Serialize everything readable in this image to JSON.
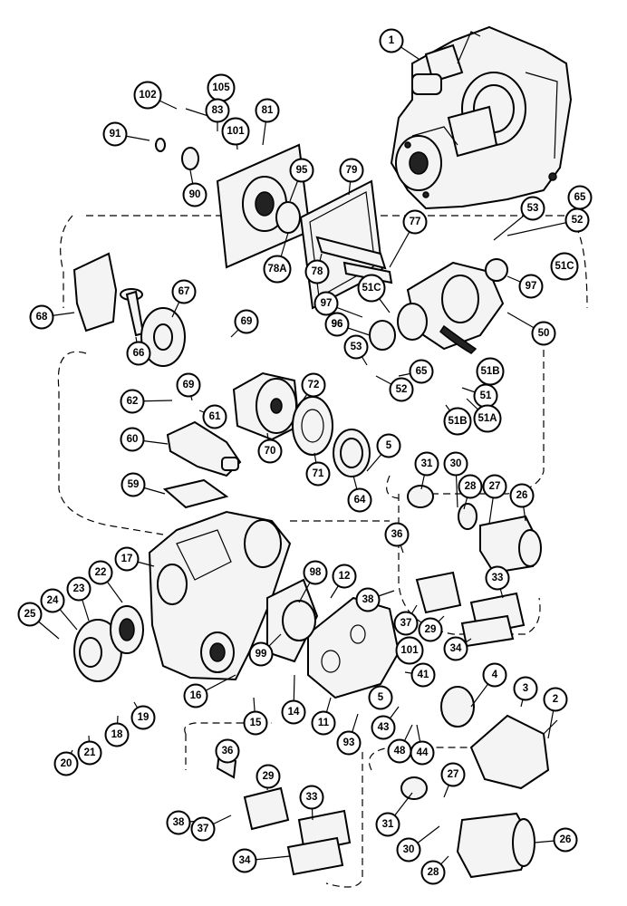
{
  "diagram": {
    "callouts": [
      {
        "label": "1"
      },
      {
        "label": "102"
      },
      {
        "label": "105"
      },
      {
        "label": "83"
      },
      {
        "label": "81"
      },
      {
        "label": "101"
      },
      {
        "label": "91"
      },
      {
        "label": "90"
      },
      {
        "label": "95"
      },
      {
        "label": "79"
      },
      {
        "label": "53"
      },
      {
        "label": "65"
      },
      {
        "label": "52"
      },
      {
        "label": "77"
      },
      {
        "label": "78A"
      },
      {
        "label": "78"
      },
      {
        "label": "51C"
      },
      {
        "label": "97"
      },
      {
        "label": "96"
      },
      {
        "label": "50"
      },
      {
        "label": "68"
      },
      {
        "label": "67"
      },
      {
        "label": "66"
      },
      {
        "label": "69"
      },
      {
        "label": "53"
      },
      {
        "label": "52"
      },
      {
        "label": "65"
      },
      {
        "label": "51B"
      },
      {
        "label": "51"
      },
      {
        "label": "51A"
      },
      {
        "label": "51B"
      },
      {
        "label": "62"
      },
      {
        "label": "69"
      },
      {
        "label": "61"
      },
      {
        "label": "72"
      },
      {
        "label": "60"
      },
      {
        "label": "70"
      },
      {
        "label": "71"
      },
      {
        "label": "5"
      },
      {
        "label": "64"
      },
      {
        "label": "31"
      },
      {
        "label": "30"
      },
      {
        "label": "28"
      },
      {
        "label": "27"
      },
      {
        "label": "26"
      },
      {
        "label": "59"
      },
      {
        "label": "36"
      },
      {
        "label": "17"
      },
      {
        "label": "22"
      },
      {
        "label": "98"
      },
      {
        "label": "12"
      },
      {
        "label": "33"
      },
      {
        "label": "38"
      },
      {
        "label": "23"
      },
      {
        "label": "24"
      },
      {
        "label": "25"
      },
      {
        "label": "37"
      },
      {
        "label": "29"
      },
      {
        "label": "34"
      },
      {
        "label": "101"
      },
      {
        "label": "99"
      },
      {
        "label": "41"
      },
      {
        "label": "4"
      },
      {
        "label": "3"
      },
      {
        "label": "2"
      },
      {
        "label": "16"
      },
      {
        "label": "5"
      },
      {
        "label": "19"
      },
      {
        "label": "14"
      },
      {
        "label": "15"
      },
      {
        "label": "11"
      },
      {
        "label": "43"
      },
      {
        "label": "18"
      },
      {
        "label": "93"
      },
      {
        "label": "48"
      },
      {
        "label": "44"
      },
      {
        "label": "20"
      },
      {
        "label": "21"
      },
      {
        "label": "36"
      },
      {
        "label": "29"
      },
      {
        "label": "33"
      },
      {
        "label": "27"
      },
      {
        "label": "38"
      },
      {
        "label": "37"
      },
      {
        "label": "31"
      },
      {
        "label": "30"
      },
      {
        "label": "28"
      },
      {
        "label": "26"
      },
      {
        "label": "34"
      },
      {
        "label": "96"
      },
      {
        "label": "97"
      },
      {
        "label": "51C"
      }
    ]
  }
}
